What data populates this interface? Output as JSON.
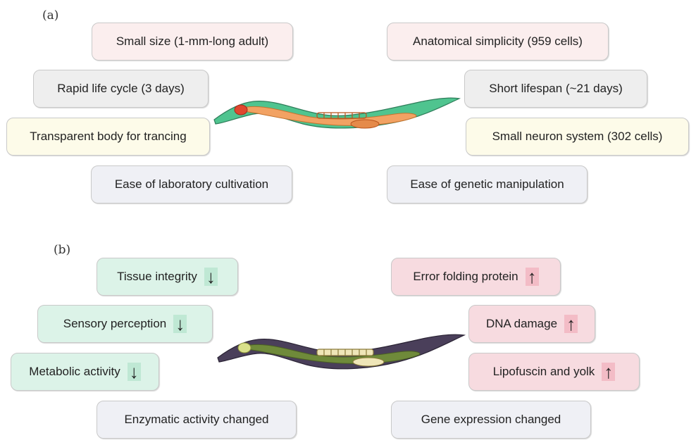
{
  "panel_a": {
    "label": "(a)",
    "features": [
      "Small size (1-mm-long adult)",
      "Rapid life cycle (3 days)",
      "Transparent body for trancing",
      "Ease of laboratory cultivation",
      "Anatomical simplicity (959 cells)",
      "Short lifespan (~21 days)",
      "Small neuron system (302 cells)",
      "Ease of genetic manipulation"
    ]
  },
  "panel_b": {
    "label": "(b)",
    "decreases": [
      "Tissue integrity",
      "Sensory perception",
      "Metabolic activity"
    ],
    "increases": [
      "Error folding protein",
      "DNA damage",
      "Lipofuscin and yolk"
    ],
    "changed_left": "Enzymatic activity changed",
    "changed_right": "Gene expression changed",
    "down_arrow": "↓",
    "up_arrow": "↑"
  },
  "colors": {
    "young_worm_body": "#4fc48f",
    "young_worm_gut": "#f2a263",
    "old_worm_body": "#4a3f5a",
    "old_worm_gut": "#6f8a3a",
    "decrease_fill": "#dcf3e8",
    "increase_fill": "#f7dbe0"
  }
}
